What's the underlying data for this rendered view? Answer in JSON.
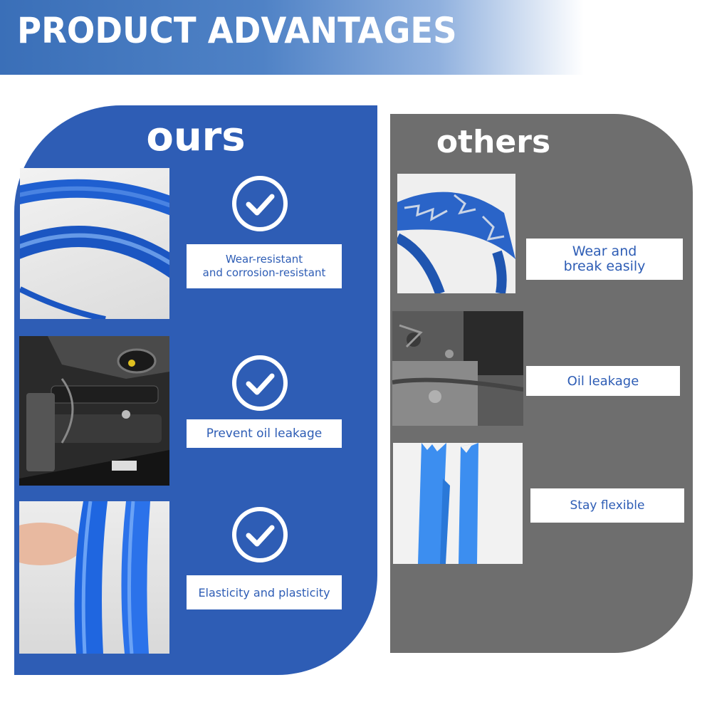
{
  "banner": {
    "title": "PRODUCT ADVANTAGES"
  },
  "ours": {
    "heading": "ours",
    "features": [
      {
        "label_line1": "Wear-resistant",
        "label_line2": "and corrosion-resistant"
      },
      {
        "label": "Prevent oil leakage"
      },
      {
        "label": "Elasticity and plasticity"
      }
    ]
  },
  "others": {
    "heading": "others",
    "issues": [
      {
        "label_line1": "Wear and",
        "label_line2": "break easily"
      },
      {
        "label": "Oil leakage"
      },
      {
        "label": "Stay flexible"
      }
    ]
  },
  "colors": {
    "ours_panel": "#2e5db5",
    "others_panel": "#6e6e6e",
    "banner": "#3a6fb8",
    "label_text": "#2e5db5"
  }
}
